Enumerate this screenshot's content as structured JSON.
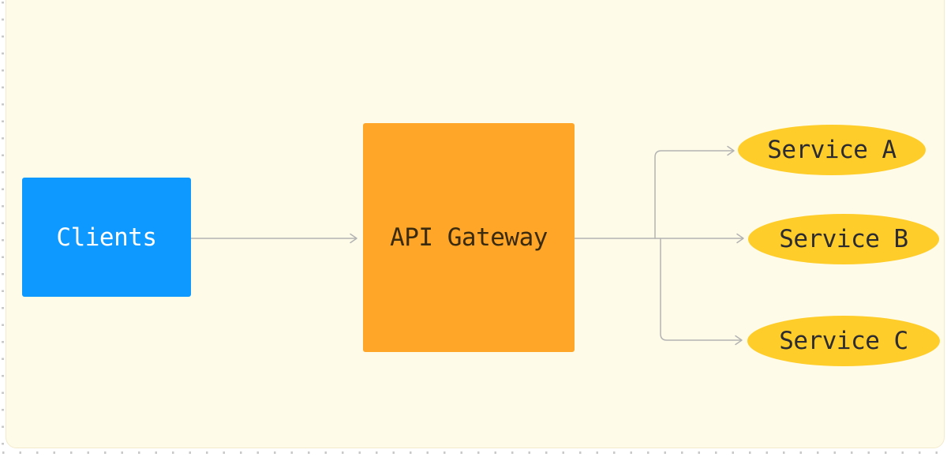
{
  "diagram": {
    "nodes": {
      "clients": {
        "label": "Clients",
        "shape": "rectangle",
        "fill": "#0D99FF",
        "text_color": "#FFFFFF"
      },
      "gateway": {
        "label": "API Gateway",
        "shape": "rectangle",
        "fill": "#FFA629",
        "text_color": "#3A2A0E"
      },
      "service_a": {
        "label": "Service A",
        "shape": "ellipse",
        "fill": "#FFCD29",
        "text_color": "#2B2B31"
      },
      "service_b": {
        "label": "Service B",
        "shape": "ellipse",
        "fill": "#FFCD29",
        "text_color": "#2B2B31"
      },
      "service_c": {
        "label": "Service C",
        "shape": "ellipse",
        "fill": "#FFCD29",
        "text_color": "#2B2B31"
      }
    },
    "edges": [
      {
        "from": "Clients",
        "to": "API Gateway",
        "arrow": true
      },
      {
        "from": "API Gateway",
        "to": "Service A",
        "arrow": true
      },
      {
        "from": "API Gateway",
        "to": "Service B",
        "arrow": true
      },
      {
        "from": "API Gateway",
        "to": "Service C",
        "arrow": true
      }
    ],
    "colors": {
      "page_background": "#FFFFFF",
      "canvas_background": "#FFFBE9",
      "canvas_border": "#F2EACB",
      "connector": "#B3B3B3",
      "edge_tick": "#C9C9C9"
    }
  }
}
